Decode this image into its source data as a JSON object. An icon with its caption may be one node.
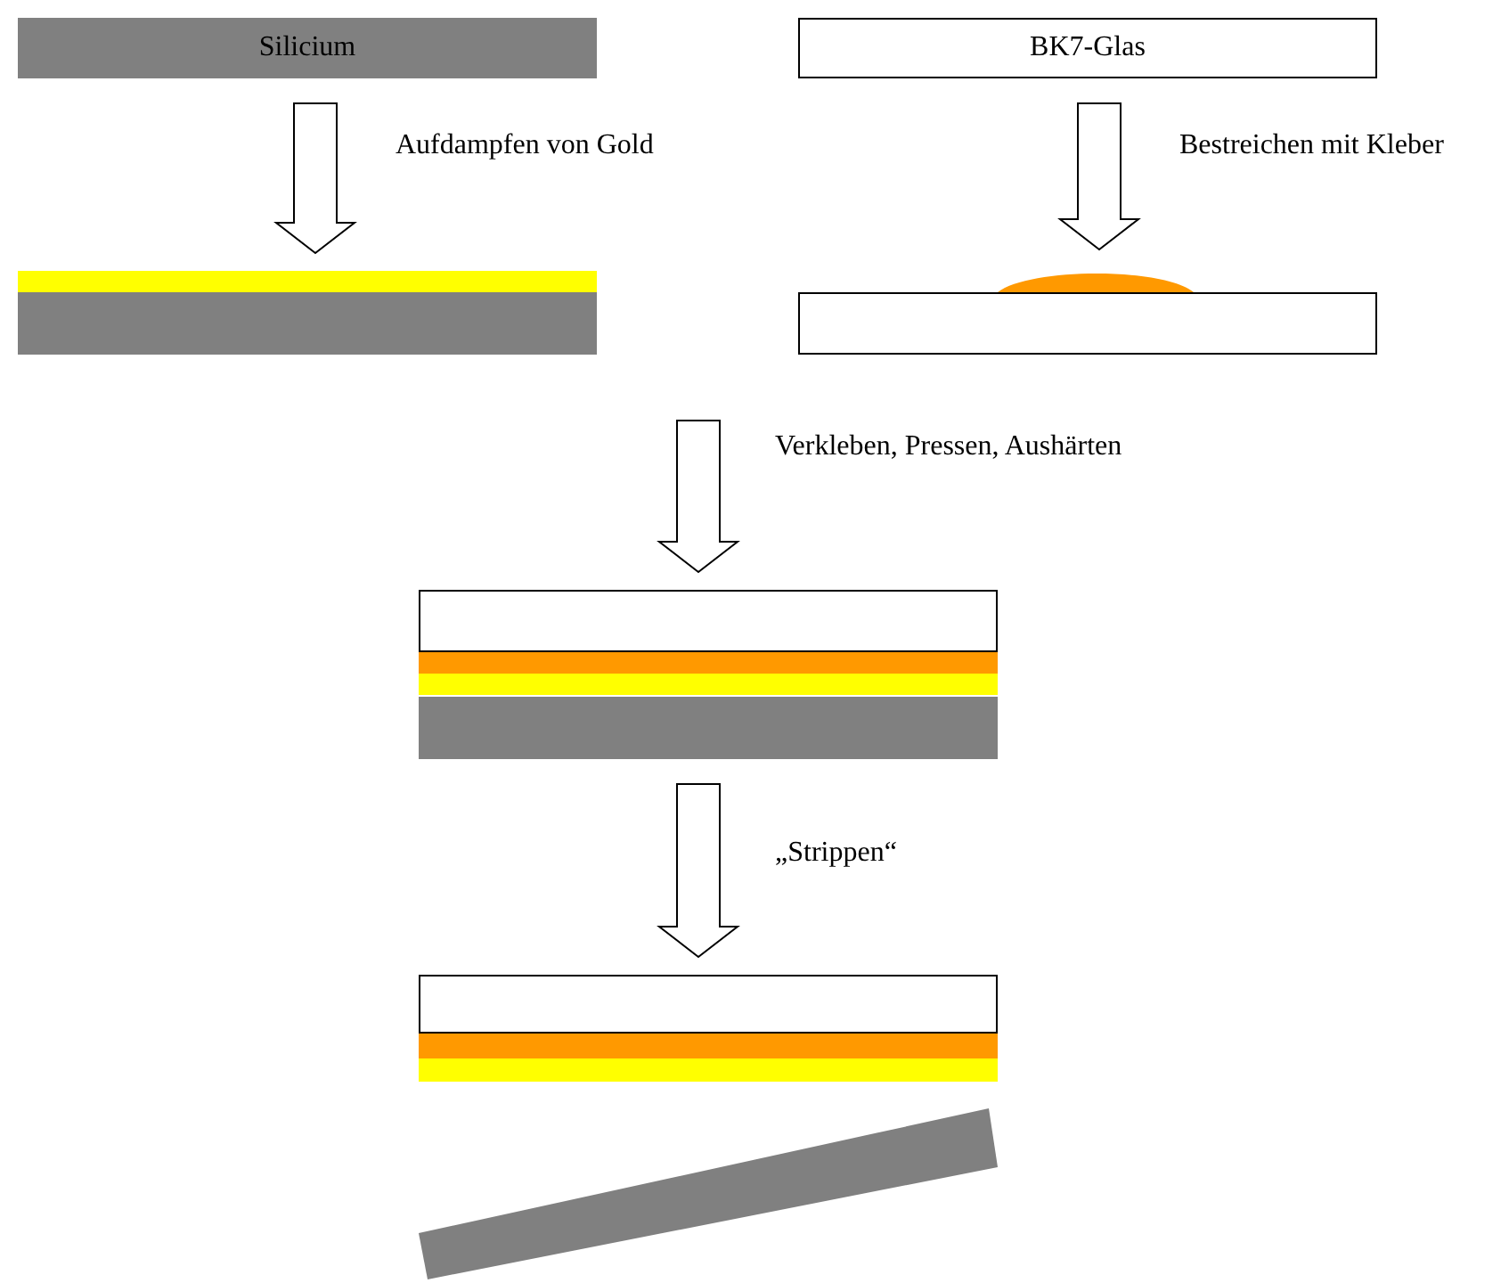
{
  "diagram": {
    "nodes": [
      {
        "text": [
          "Silicium"
        ]
      },
      {
        "text": [
          "BK7-Glas"
        ]
      },
      {
        "text": [],
        "shape": "bar"
      },
      {
        "text": [],
        "shape": "bar"
      },
      {
        "text": [],
        "shape": "bar"
      },
      {
        "text": [],
        "shape": "bar"
      },
      {
        "text": [],
        "shape": "bar"
      }
    ],
    "edges": [
      {
        "from": 0,
        "to": 2,
        "arrow": "to",
        "label": "Aufdampfen von Gold"
      },
      {
        "from": 1,
        "to": 3,
        "arrow": "to",
        "label": "Bestreichen mit Kleber"
      },
      {
        "from": null,
        "to": 4,
        "arrow": "to",
        "label": "Verkleben, Pressen, Aushärten"
      },
      {
        "from": 4,
        "to": 5,
        "arrow": "to",
        "label": "„Strippen“"
      }
    ]
  }
}
